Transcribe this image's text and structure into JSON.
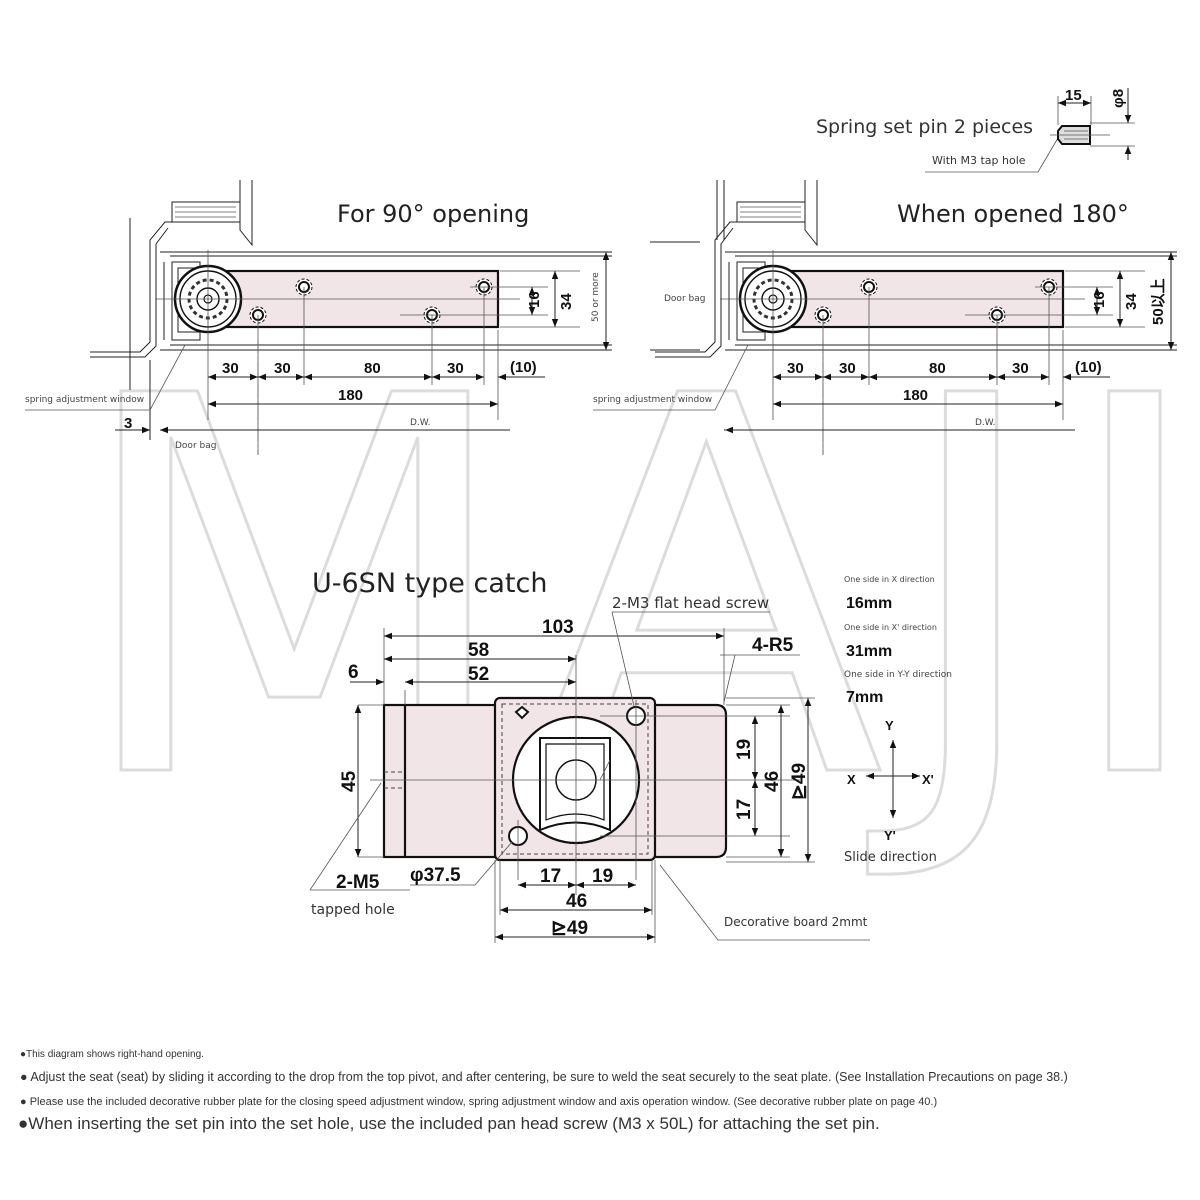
{
  "watermark": "MAJI",
  "drawing_90": {
    "title": "For 90° opening",
    "dims": {
      "d1": "30",
      "d2": "30",
      "d3": "80",
      "d4": "30",
      "d5": "(10)",
      "total": "180",
      "h16": "16",
      "h34": "34",
      "h50": "50 or more",
      "gap": "3"
    },
    "dw": "D.W.",
    "spring_window": "spring adjustment window",
    "door_bag": "Door bag"
  },
  "drawing_180": {
    "title": "When opened 180°",
    "dims": {
      "d1": "30",
      "d2": "30",
      "d3": "80",
      "d4": "30",
      "d5": "(10)",
      "total": "180",
      "h16": "16",
      "h34": "34",
      "h50": "50以上"
    },
    "dw": "D.W.",
    "spring_window": "spring adjustment window",
    "door_bag": "Door bag"
  },
  "spring_pin": {
    "label": "Spring set pin 2 pieces",
    "tap_hole": "With M3 tap hole",
    "length": "15",
    "diameter": "φ8"
  },
  "catch": {
    "title": "U-6SN type catch",
    "screw_label": "2-M3 flat head screw",
    "radius_label": "4-R5",
    "dims": {
      "w103": "103",
      "w58": "58",
      "w52": "52",
      "w6": "6",
      "h45": "45",
      "h19": "19",
      "h17": "17",
      "h46": "46",
      "h49": "⊵49",
      "b17": "17",
      "b19": "19",
      "b46": "46",
      "b49": "⊵49"
    },
    "m5": "2-M5",
    "tapped_hole": "tapped hole",
    "phi": "φ37.5",
    "decorative_board": "Decorative board 2mmt"
  },
  "adjustment": {
    "items": [
      {
        "label": "One side in X direction",
        "value": "16mm"
      },
      {
        "label": "One side in X' direction",
        "value": "31mm"
      },
      {
        "label": "One side in Y-Y direction",
        "value": "7mm"
      }
    ],
    "axes": {
      "y": "Y",
      "x": "X",
      "x2": "X'",
      "y2": "Y'"
    },
    "slide_direction": "Slide direction"
  },
  "notes": [
    "●This diagram shows right-hand opening.",
    "● Adjust the seat (seat) by sliding it according to the drop from the top pivot, and after centering, be sure to weld the seat securely to the seat plate. (See Installation Precautions on page 38.)",
    "●   Please use the included decorative rubber plate for the closing speed adjustment window, spring adjustment window and axis operation window. (See decorative rubber plate on page 40.)",
    "●When inserting the set pin into the set hole, use the included pan head screw (M3 x 50L) for attaching the set pin."
  ]
}
